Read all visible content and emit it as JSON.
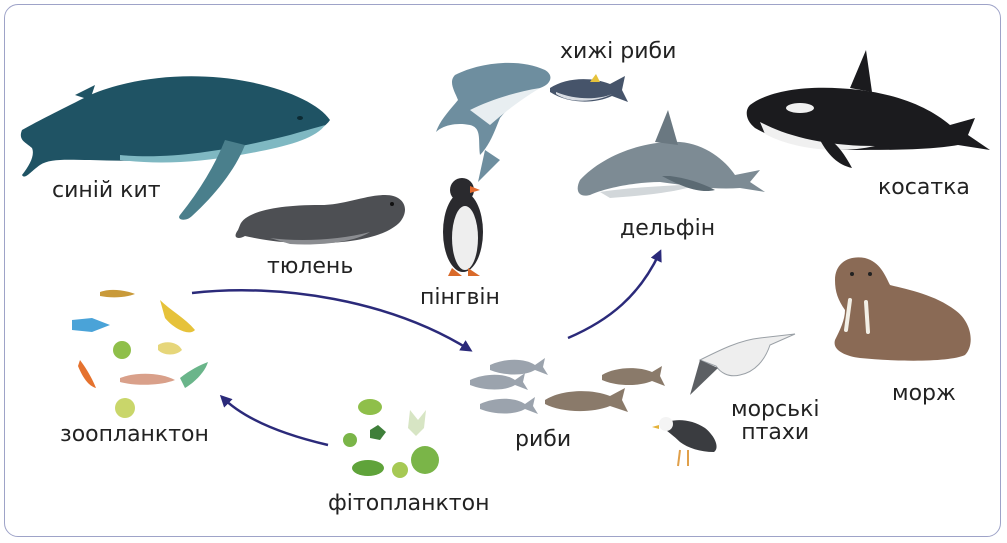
{
  "diagram": {
    "arrow_color": "#2b2a7a",
    "organisms": {
      "blue_whale": "синій кит",
      "seal": "тюлень",
      "penguin": "пінгвін",
      "predatory_fish": "хижі риби",
      "dolphin": "дельфін",
      "orca": "косатка",
      "walrus": "морж",
      "seabirds_line1": "морські",
      "seabirds_line2": "птахи",
      "fish": "риби",
      "zooplankton": "зоопланктон",
      "phytoplankton": "фітопланктон"
    }
  }
}
